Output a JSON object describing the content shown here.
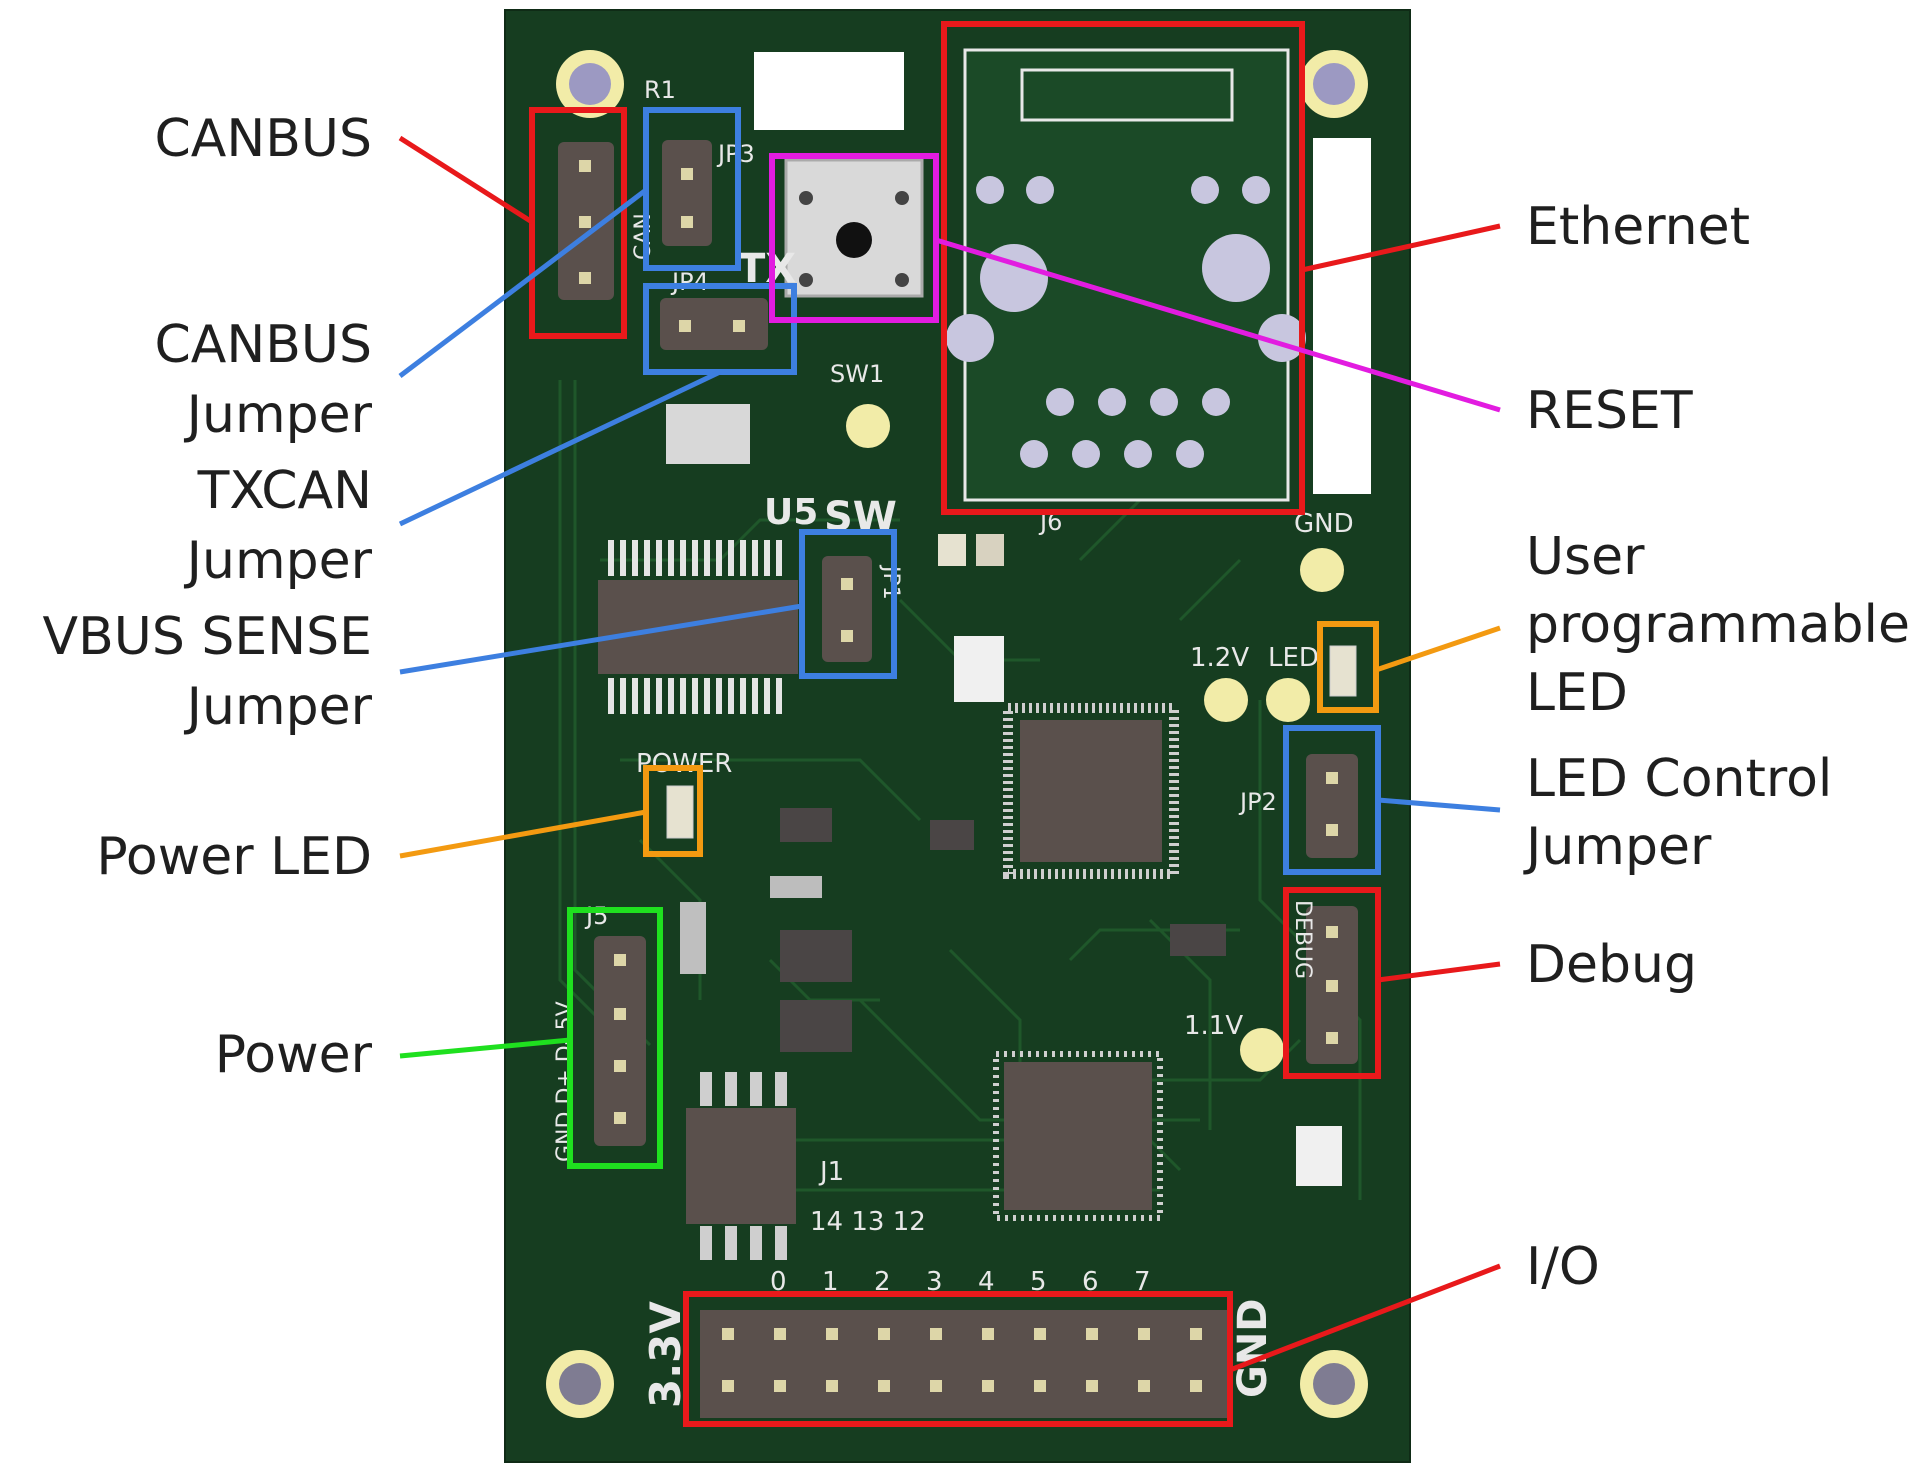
{
  "colors": {
    "board": "#163d20",
    "red": "#e8191b",
    "blue": "#3d7fe0",
    "magenta": "#e21ce0",
    "orange": "#f39a11",
    "green": "#1fe01f"
  },
  "callouts": {
    "canbus": "CANBUS",
    "canbus_jumper": [
      "CANBUS",
      "Jumper"
    ],
    "txcan_jumper": [
      "TXCAN",
      "Jumper"
    ],
    "vbus_jumper": [
      "VBUS SENSE",
      "Jumper"
    ],
    "power_led": "Power LED",
    "power": "Power",
    "ethernet": "Ethernet",
    "reset": "RESET",
    "user_led": [
      "User",
      "programmable",
      "LED"
    ],
    "led_control": [
      "LED Control",
      "Jumper"
    ],
    "debug": "Debug",
    "io": "I/O"
  },
  "silkscreen": {
    "r1": "R1",
    "jp3": "JP3",
    "jp4": "JP4",
    "tx": "TX",
    "can": "CAN",
    "sw1": "SW1",
    "u5": "U5",
    "sw": "SW",
    "j6": "J6",
    "gnd_top": "GND",
    "v12": "1.2V",
    "led": "LED",
    "jp1": "JP1",
    "jp2": "JP2",
    "power": "POWER",
    "j5": "J5",
    "j5_pins": "GND D+ D- 5V",
    "debug": "DEBUG",
    "v11": "1.1V",
    "j1": "J1",
    "j1_nums": "14 13 12",
    "io_nums": [
      "0",
      "1",
      "2",
      "3",
      "4",
      "5",
      "6",
      "7"
    ],
    "v33": "3.3V",
    "gnd_bottom": "GND"
  }
}
